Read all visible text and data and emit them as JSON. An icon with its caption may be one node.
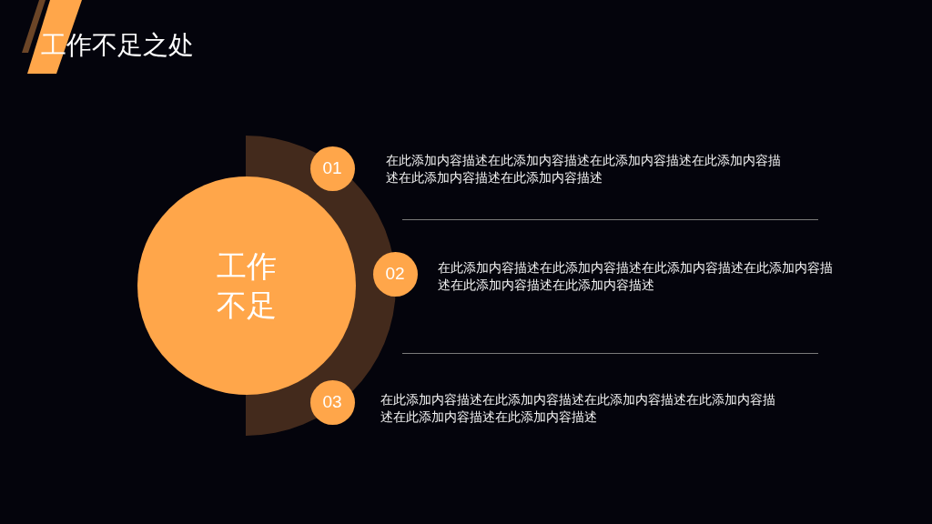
{
  "diagram": {
    "title": "工作不足之处",
    "nodes": [
      {
        "text": [
          "工作不足"
        ]
      },
      {
        "text": [
          "01"
        ],
        "beside": [
          "在此添加内容描述在此添加内容描述在此添加内容描述在此添加内容描述在此添加内容描述在此添加内容描述"
        ]
      },
      {
        "text": [
          "02"
        ],
        "beside": [
          "在此添加内容描述在此添加内容描述在此添加内容描述在此添加内容描述在此添加内容描述在此添加内容描述"
        ]
      },
      {
        "text": [
          "03"
        ],
        "beside": [
          "在此添加内容描述在此添加内容描述在此添加内容描述在此添加内容描述在此添加内容描述在此添加内容描述"
        ]
      }
    ]
  }
}
